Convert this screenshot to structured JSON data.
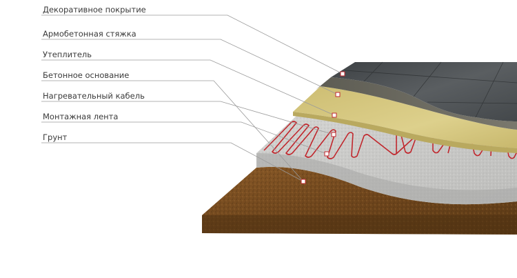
{
  "labels": [
    {
      "id": "decor",
      "text": "Декоративное покрытие"
    },
    {
      "id": "screed",
      "text": "Армобетонная стяжка"
    },
    {
      "id": "insulation",
      "text": "Утеплитель"
    },
    {
      "id": "base",
      "text": "Бетонное основание"
    },
    {
      "id": "cable",
      "text": "Нагревательный кабель"
    },
    {
      "id": "tape",
      "text": "Монтажная лента"
    },
    {
      "id": "soil",
      "text": "Грунт"
    }
  ],
  "colors": {
    "tile": "#4d5154",
    "screed": "#6e6d63",
    "insulation": "#d6c77e",
    "concrete": "#c9c9c7",
    "cable": "#c1272d",
    "soil": "#7a4e22",
    "leader": "#9a9a9a",
    "marker": "#c1272d"
  }
}
